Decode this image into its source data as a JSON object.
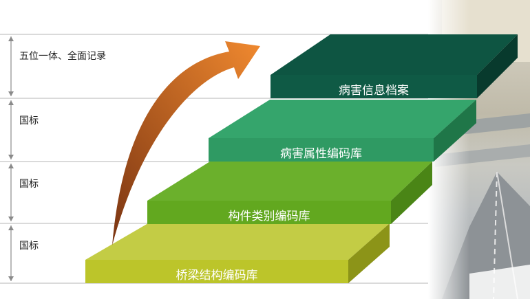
{
  "steps": [
    {
      "label": "桥梁结构编码库",
      "front": "#bcc52a",
      "top": "#c3cc45",
      "side": "#8c9418"
    },
    {
      "label": "构件类别编码库",
      "front": "#62a81f",
      "top": "#6bb02c",
      "side": "#4a8516"
    },
    {
      "label": "病害属性编码库",
      "front": "#2f9a63",
      "top": "#35a56c",
      "side": "#1f7648"
    },
    {
      "label": "病害信息档案",
      "front": "#0f5a45",
      "top": "#0e5542",
      "side": "#083a2d"
    }
  ],
  "levels": [
    {
      "label": "五位一体、全面记录"
    },
    {
      "label": "国标"
    },
    {
      "label": "国标"
    },
    {
      "label": "国标"
    }
  ],
  "colors": {
    "arrow_start": "#7a3412",
    "arrow_end": "#f0892f",
    "divider": "#8a8a8a"
  }
}
